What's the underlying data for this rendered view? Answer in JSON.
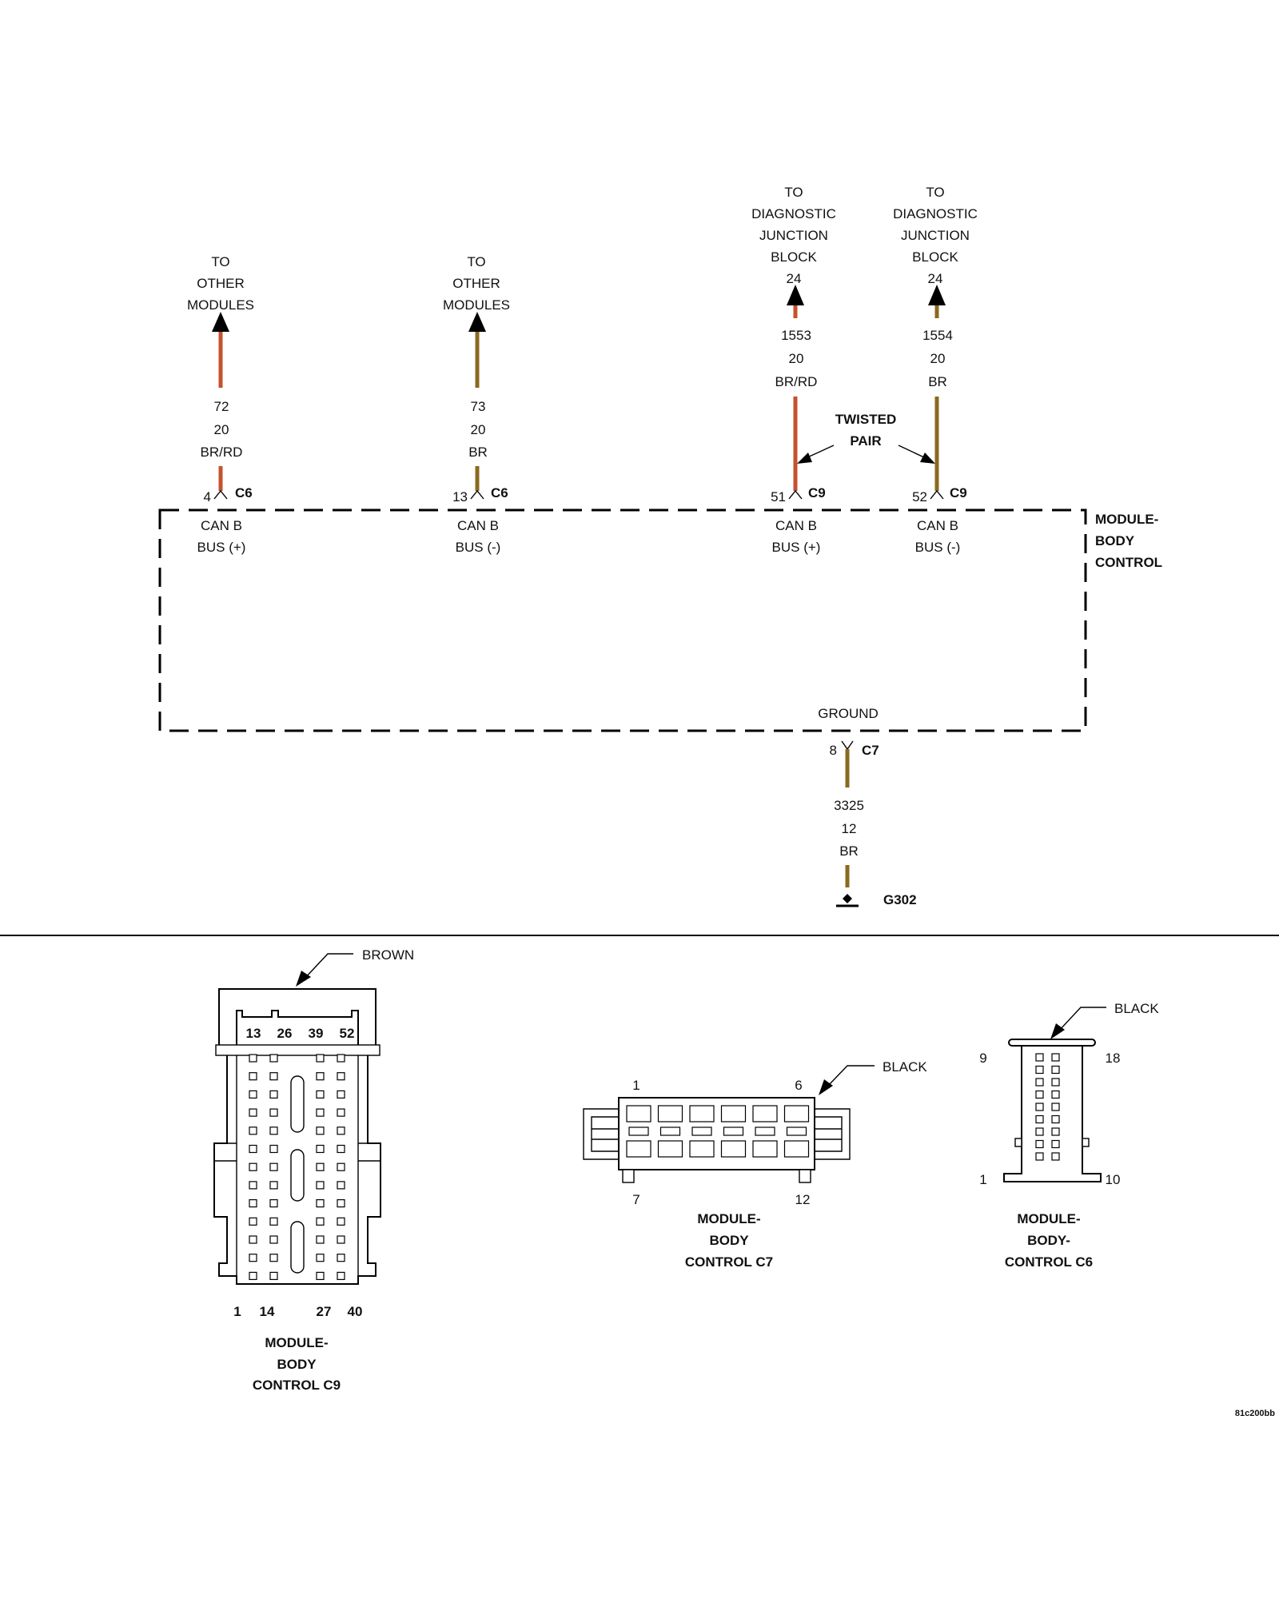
{
  "colors": {
    "br_rd": "#c4522b",
    "br": "#8a6a1f",
    "line": "#000000"
  },
  "circuits": {
    "c72": {
      "dest": [
        "TO",
        "OTHER",
        "MODULES"
      ],
      "spec": [
        "72",
        "20",
        "BR/RD"
      ],
      "pin": "4",
      "connector": "C6",
      "signal": [
        "CAN B",
        "BUS (+)"
      ]
    },
    "c73": {
      "dest": [
        "TO",
        "OTHER",
        "MODULES"
      ],
      "spec": [
        "73",
        "20",
        "BR"
      ],
      "pin": "13",
      "connector": "C6",
      "signal": [
        "CAN B",
        "BUS (-)"
      ]
    },
    "c1553": {
      "dest": [
        "TO",
        "DIAGNOSTIC",
        "JUNCTION",
        "BLOCK",
        "24"
      ],
      "spec": [
        "1553",
        "20",
        "BR/RD"
      ],
      "pin": "51",
      "connector": "C9",
      "signal": [
        "CAN B",
        "BUS (+)"
      ]
    },
    "c1554": {
      "dest": [
        "TO",
        "DIAGNOSTIC",
        "JUNCTION",
        "BLOCK",
        "24"
      ],
      "spec": [
        "1554",
        "20",
        "BR"
      ],
      "pin": "52",
      "connector": "C9",
      "signal": [
        "CAN B",
        "BUS (-)"
      ]
    },
    "ground": {
      "label": "GROUND",
      "pin": "8",
      "connector": "C7",
      "spec": [
        "3325",
        "12",
        "BR"
      ],
      "ground_id": "G302"
    }
  },
  "twisted_pair": [
    "TWISTED",
    "PAIR"
  ],
  "module_label": [
    "MODULE-",
    "BODY",
    "CONTROL"
  ],
  "connector_c9": {
    "color_callout": "BROWN",
    "top_pins": [
      "13",
      "26",
      "39",
      "52"
    ],
    "bottom_pins": [
      "1",
      "14",
      "27",
      "40"
    ],
    "title": [
      "MODULE-",
      "BODY",
      "CONTROL C9"
    ]
  },
  "connector_c7": {
    "color_callout": "BLACK",
    "pins": {
      "top_left": "1",
      "top_right": "6",
      "bottom_left": "7",
      "bottom_right": "12"
    },
    "title": [
      "MODULE-",
      "BODY",
      "CONTROL C7"
    ]
  },
  "connector_c6": {
    "color_callout": "BLACK",
    "pins": {
      "top_left": "9",
      "top_right": "18",
      "bottom_left": "1",
      "bottom_right": "10"
    },
    "title": [
      "MODULE-",
      "BODY-",
      "CONTROL C6"
    ]
  },
  "figure_id": "81c200bb"
}
